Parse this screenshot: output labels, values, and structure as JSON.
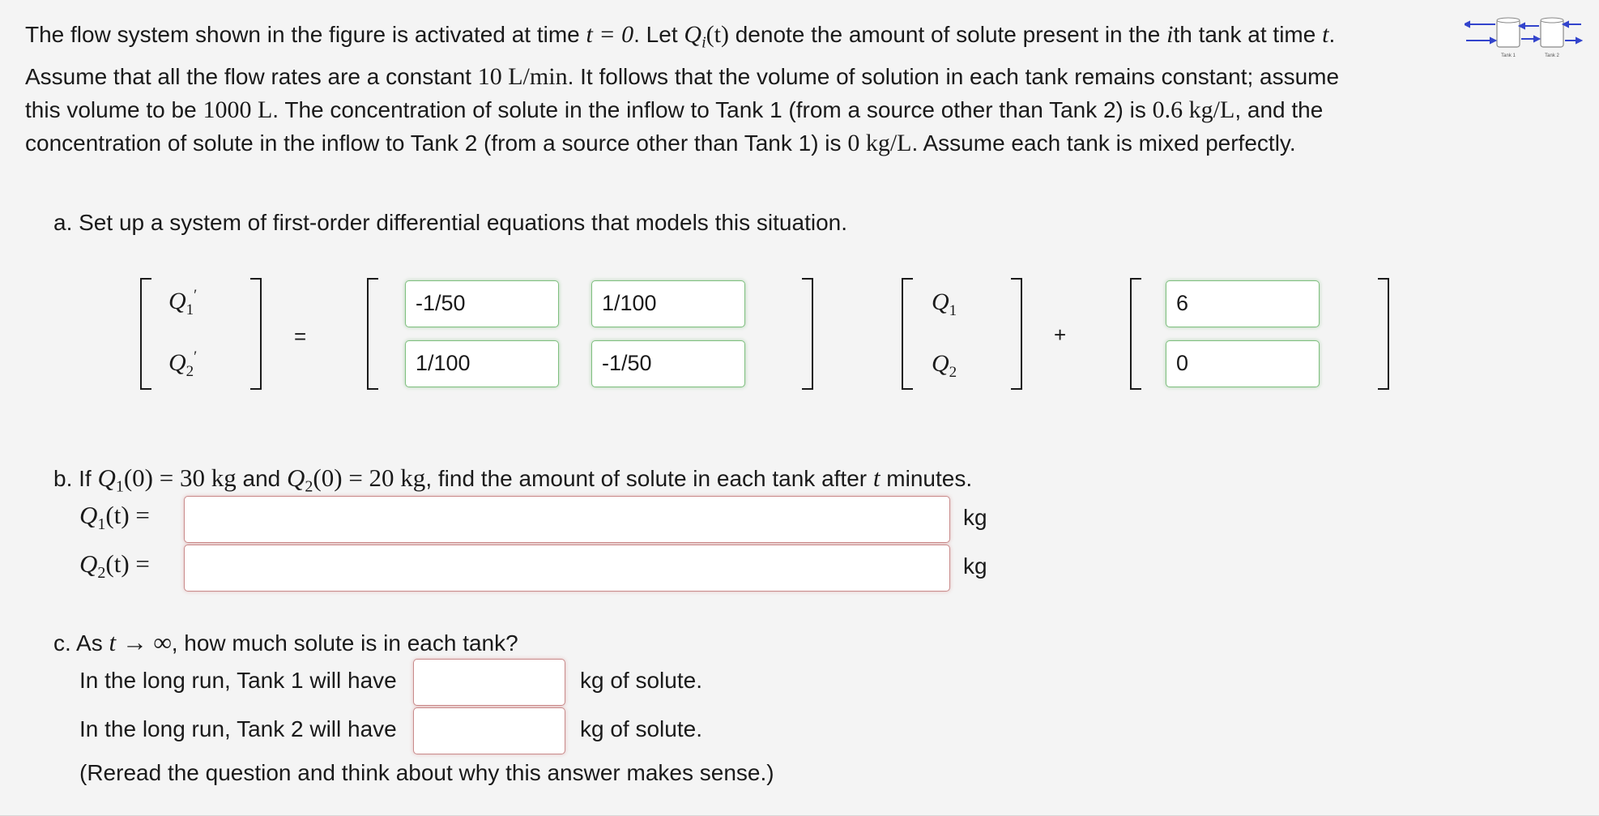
{
  "intro": {
    "s1": "The flow system shown in the figure is activated at time ",
    "m1": "t = 0",
    "s2": ". Let ",
    "m2": "Q",
    "m2sub": "i",
    "m2b": "(t)",
    "s3": " denote the amount of solute present in the ",
    "m3": "i",
    "s4": "th tank at time ",
    "m4": "t",
    "s5": ".",
    "s6": "Assume that all the flow rates are a constant ",
    "m5": "10 L/min",
    "s7": ". It follows that the volume of solution in each tank remains constant; assume",
    "s8": "this volume to be ",
    "m6": "1000 L",
    "s9": ". The concentration of solute in the inflow to Tank 1 (from a source other than Tank 2) is ",
    "m7": "0.6 kg/L",
    "s10": ", and the",
    "s11": "concentration of solute in the inflow to Tank 2 (from a source other than Tank 1) is ",
    "m8": "0 kg/L",
    "s12": ". Assume each tank is mixed perfectly."
  },
  "figure": {
    "tank1_label": "Tank 1",
    "tank2_label": "Tank 2"
  },
  "part_a": {
    "label": "a. Set up a system of first-order differential equations that models this situation.",
    "lhs_var": "Q",
    "equals": "=",
    "plus": "+",
    "matrix": [
      "-1/50",
      "1/100",
      "1/100",
      "-1/50"
    ],
    "vector_var": "Q",
    "constants": [
      "6",
      "0"
    ],
    "sub1": "1",
    "sub2": "2",
    "prime": "′"
  },
  "part_b": {
    "label_pre": "b. If ",
    "cond1": "Q",
    "cond1b": "(0) = 30 kg",
    "and": " and ",
    "cond2": "Q",
    "cond2b": "(0) = 20 kg",
    "label_post": ", find the amount of solute in each tank after ",
    "t": "t",
    "label_end": " minutes.",
    "q1_lhs": "Q",
    "q1_rhs": "(t) =",
    "q2_lhs": "Q",
    "q2_rhs": "(t) =",
    "q1_value": "",
    "q2_value": "",
    "unit": "kg"
  },
  "part_c": {
    "label_pre": "c. As ",
    "limit": "t → ∞",
    "label_post": ", how much solute is in each tank?",
    "tank1_pre": "In the long run, Tank 1 will have",
    "tank2_pre": "In the long run, Tank 2 will have",
    "suffix": "kg of solute.",
    "tank1_value": "",
    "tank2_value": "",
    "note": "(Reread the question and think about why this answer makes sense.)"
  },
  "colors": {
    "panel_bg": "#f4f4f4",
    "correct_border": "#7fbf7f",
    "empty_border": "#c98b8b",
    "figure_blue": "#3344cc"
  }
}
